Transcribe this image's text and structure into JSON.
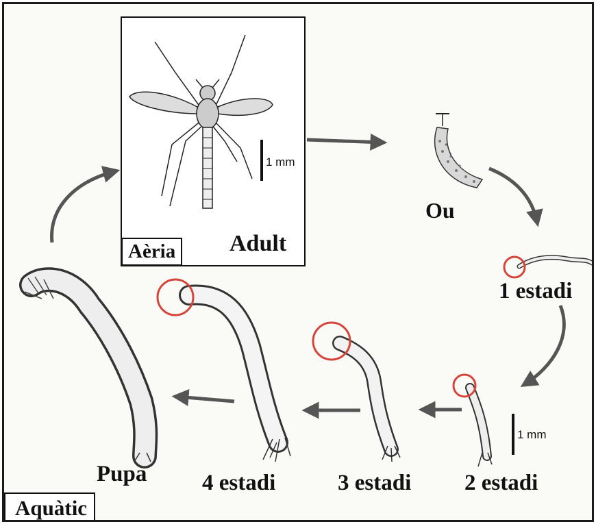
{
  "stages": {
    "adult": "Adult",
    "egg": "Ou",
    "instar1": "1 estadi",
    "instar2": "2 estadi",
    "instar3": "3 estadi",
    "instar4": "4 estadi",
    "pupa": "Pupa"
  },
  "habitats": {
    "aerial": "Aèria",
    "aquatic": "Aquàtic"
  },
  "scale_bars": {
    "adult": "1 mm",
    "larva": "1 mm"
  },
  "colors": {
    "highlight_circle": "#d6453a",
    "arrow": "#555555",
    "ink": "#222222"
  }
}
